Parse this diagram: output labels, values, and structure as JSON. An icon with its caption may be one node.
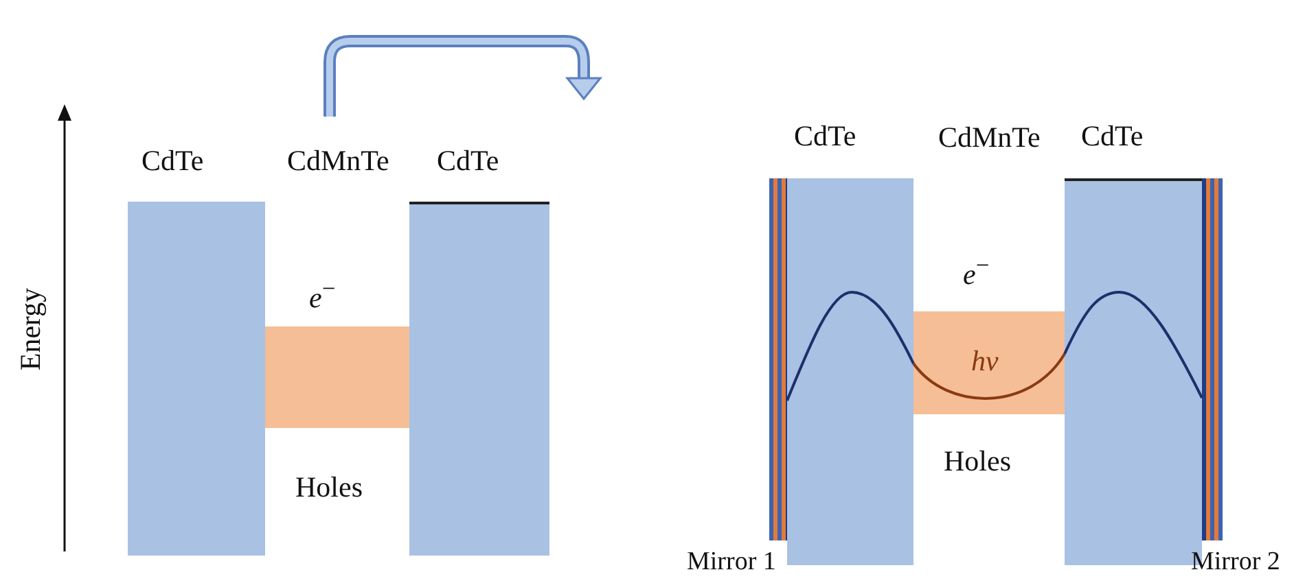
{
  "diagram": {
    "nodes": [
      {
        "text": [
          "CdTe"
        ]
      },
      {
        "text": [
          "*e*$^{−}$",
          "Holes"
        ]
      },
      {
        "text": [
          "CdTe"
        ]
      },
      {
        "text": [
          "Mirror 1"
        ]
      },
      {
        "text": [
          "CdTe"
        ]
      },
      {
        "text": [
          "*e*$^{−}$",
          "hν",
          "Holes"
        ]
      },
      {
        "text": [
          "CdTe"
        ]
      },
      {
        "text": [
          "Mirror 2"
        ]
      }
    ],
    "edges": [],
    "labels": [
      "CdMnTe",
      "CdMnTe",
      "Energy"
    ]
  }
}
